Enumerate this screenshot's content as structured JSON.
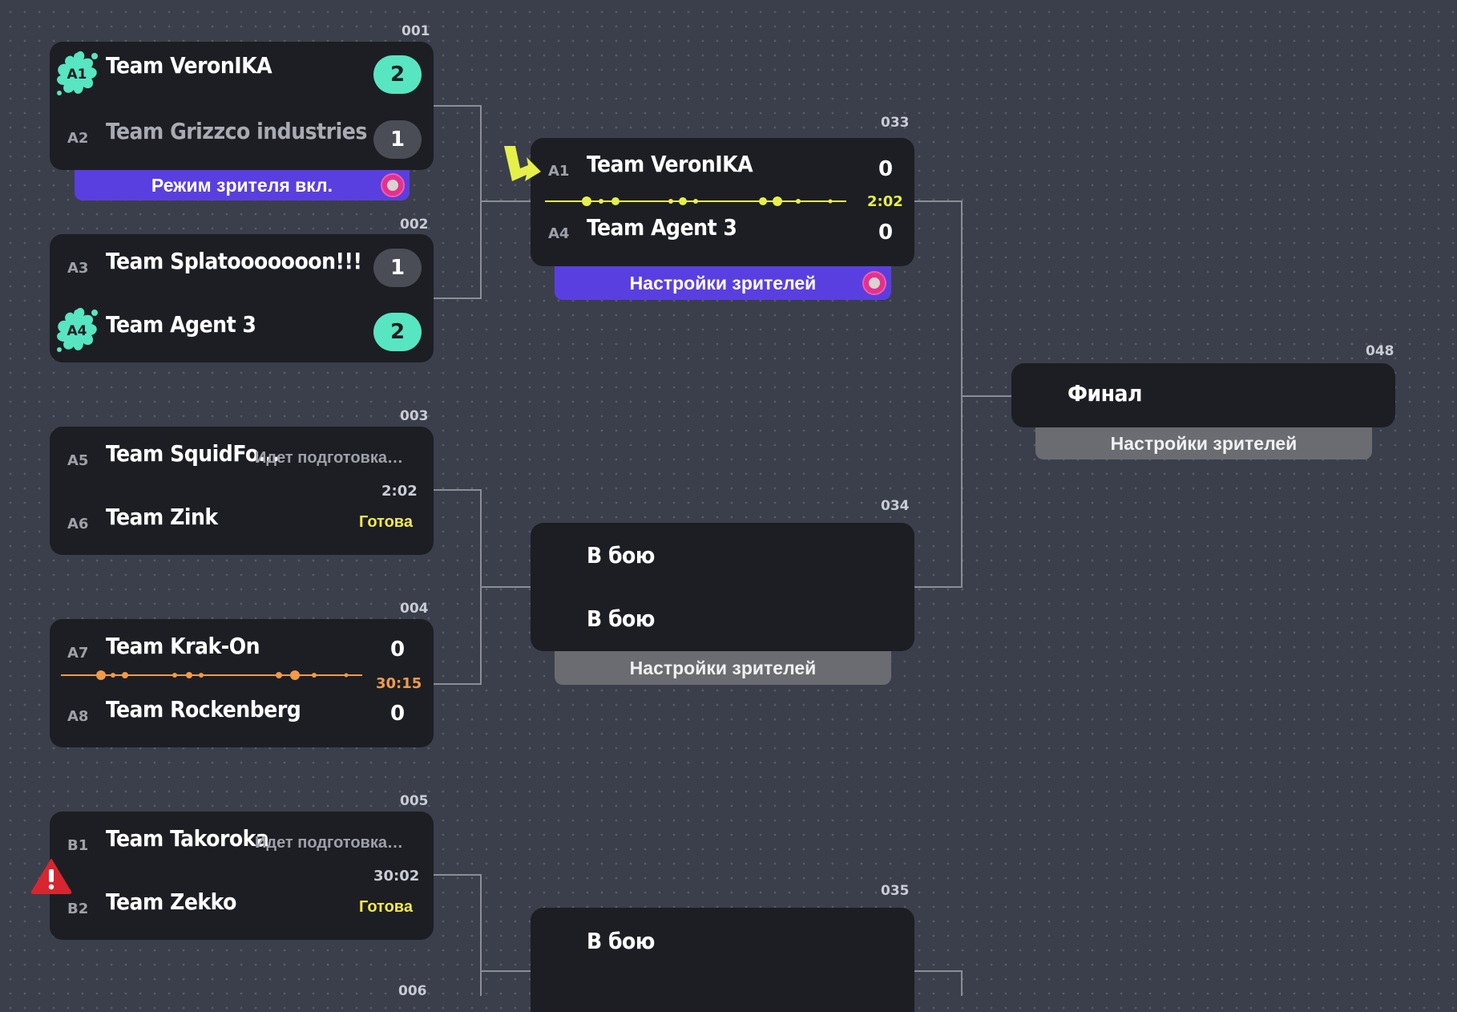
{
  "colors": {
    "background": "#3b3f4b",
    "card": "#1d1e24",
    "win_pill": "#57e6c1",
    "lose_pill": "#4b4d56",
    "purple_tab": "#5a3fe0",
    "gray_tab": "#6b6c71",
    "ready_yellow": "#f3ea4a",
    "timeline_yellow": "#e6f04a",
    "timeline_orange": "#f19a4a",
    "warning_red": "#d7262f"
  },
  "matches": {
    "m001": {
      "number": "001",
      "team1": {
        "slot": "A1",
        "name": "Team VeronIKA",
        "score": "2"
      },
      "team2": {
        "slot": "A2",
        "name": "Team Grizzco industries",
        "score": "1"
      },
      "tab": "Режим зрителя вкл."
    },
    "m002": {
      "number": "002",
      "team1": {
        "slot": "A3",
        "name": "Team Splatooooooon!!!",
        "score": "1"
      },
      "team2": {
        "slot": "A4",
        "name": "Team Agent 3",
        "score": "2"
      }
    },
    "m003": {
      "number": "003",
      "team1": {
        "slot": "A5",
        "name": "Team SquidFo…",
        "status": "Идет подготовка…"
      },
      "time": "2:02",
      "team2": {
        "slot": "A6",
        "name": "Team Zink",
        "status": "Готова"
      }
    },
    "m004": {
      "number": "004",
      "team1": {
        "slot": "A7",
        "name": "Team Krak-On",
        "score": "0"
      },
      "time": "30:15",
      "team2": {
        "slot": "A8",
        "name": "Team Rockenberg",
        "score": "0"
      }
    },
    "m005": {
      "number": "005",
      "team1": {
        "slot": "B1",
        "name": "Team Takoroka",
        "status": "Идет подготовка…"
      },
      "time": "30:02",
      "team2": {
        "slot": "B2",
        "name": "Team Zekko",
        "status": "Готова"
      }
    },
    "m006": {
      "number": "006"
    },
    "m033": {
      "number": "033",
      "team1": {
        "slot": "A1",
        "name": "Team VeronIKA",
        "score": "0"
      },
      "time": "2:02",
      "team2": {
        "slot": "A4",
        "name": "Team Agent 3",
        "score": "0"
      },
      "tab": "Настройки зрителей"
    },
    "m034": {
      "number": "034",
      "team1": {
        "status": "В бою"
      },
      "team2": {
        "status": "В бою"
      },
      "tab": "Настройки зрителей"
    },
    "m035": {
      "number": "035",
      "team1": {
        "status": "В бою"
      }
    },
    "m048": {
      "number": "048",
      "label": "Финал",
      "tab": "Настройки зрителей"
    }
  },
  "icons": {
    "winner_badge": "splat-badge-icon",
    "arrow": "lightning-arrow-icon",
    "warning": "warning-triangle-icon",
    "avatar": "spectator-avatar"
  }
}
